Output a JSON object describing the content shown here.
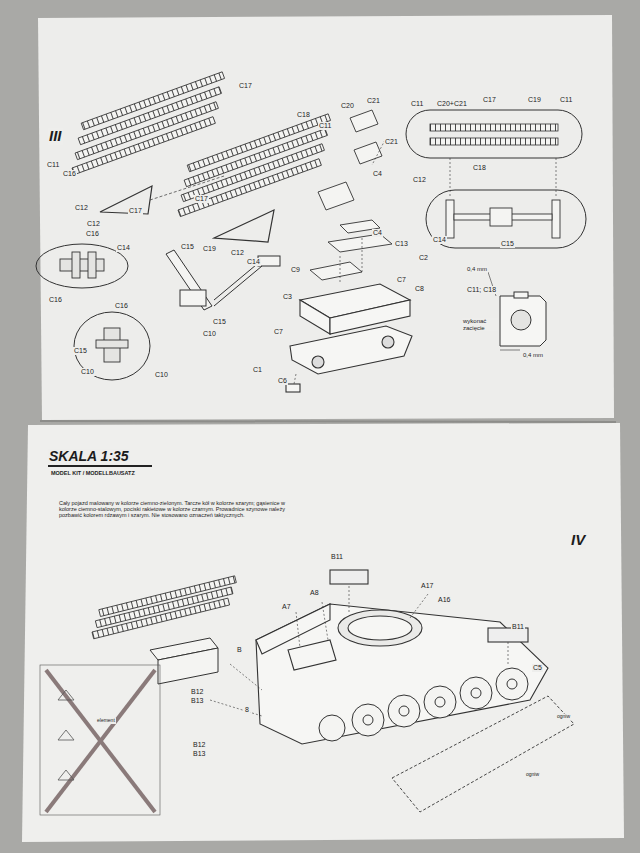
{
  "diagram": {
    "title": "SKALA 1:35",
    "labels": [
      "III",
      "C17",
      "C18",
      "C11",
      "C20",
      "C21",
      "C21",
      "C11",
      "C16",
      "C12",
      "C17",
      "C17",
      "C12",
      "C14",
      "C16",
      "C15",
      "C19",
      "C12",
      "C14",
      "C16",
      "C15",
      "C16",
      "C10",
      "C15",
      "C10",
      "C10",
      "C9",
      "C3",
      "C4",
      "C4",
      "C13",
      "C2",
      "C7",
      "C8",
      "C7",
      "C1",
      "C6",
      "C11",
      "C20+C21",
      "C17",
      "C19",
      "C11",
      "C12",
      "C18",
      "C14",
      "C15",
      "0,4 mm",
      "C11; C18",
      "wykonać zacięcie",
      "0,4 mm",
      "MODEL KIT / MODELLBAUSATZ",
      "Cały pojazd malowany w kolorze ciemno-zielonym. Tarcze kół w kolorze szarym; gąsienice w kolorze ciemno-stalowym, pociski rakietowe w kolorze czarnym. Prowadnice szynowe należy pozbawić kolorem rdzawym i szarym. Nie stosowano oznaczeń taktycznych.",
      "IV",
      "B11",
      "A8",
      "A17",
      "A16",
      "A7",
      "B11",
      "C5",
      "B",
      "B12",
      "B13",
      "8",
      "B12",
      "B13",
      "ogniw",
      "ogniw",
      "element"
    ]
  }
}
